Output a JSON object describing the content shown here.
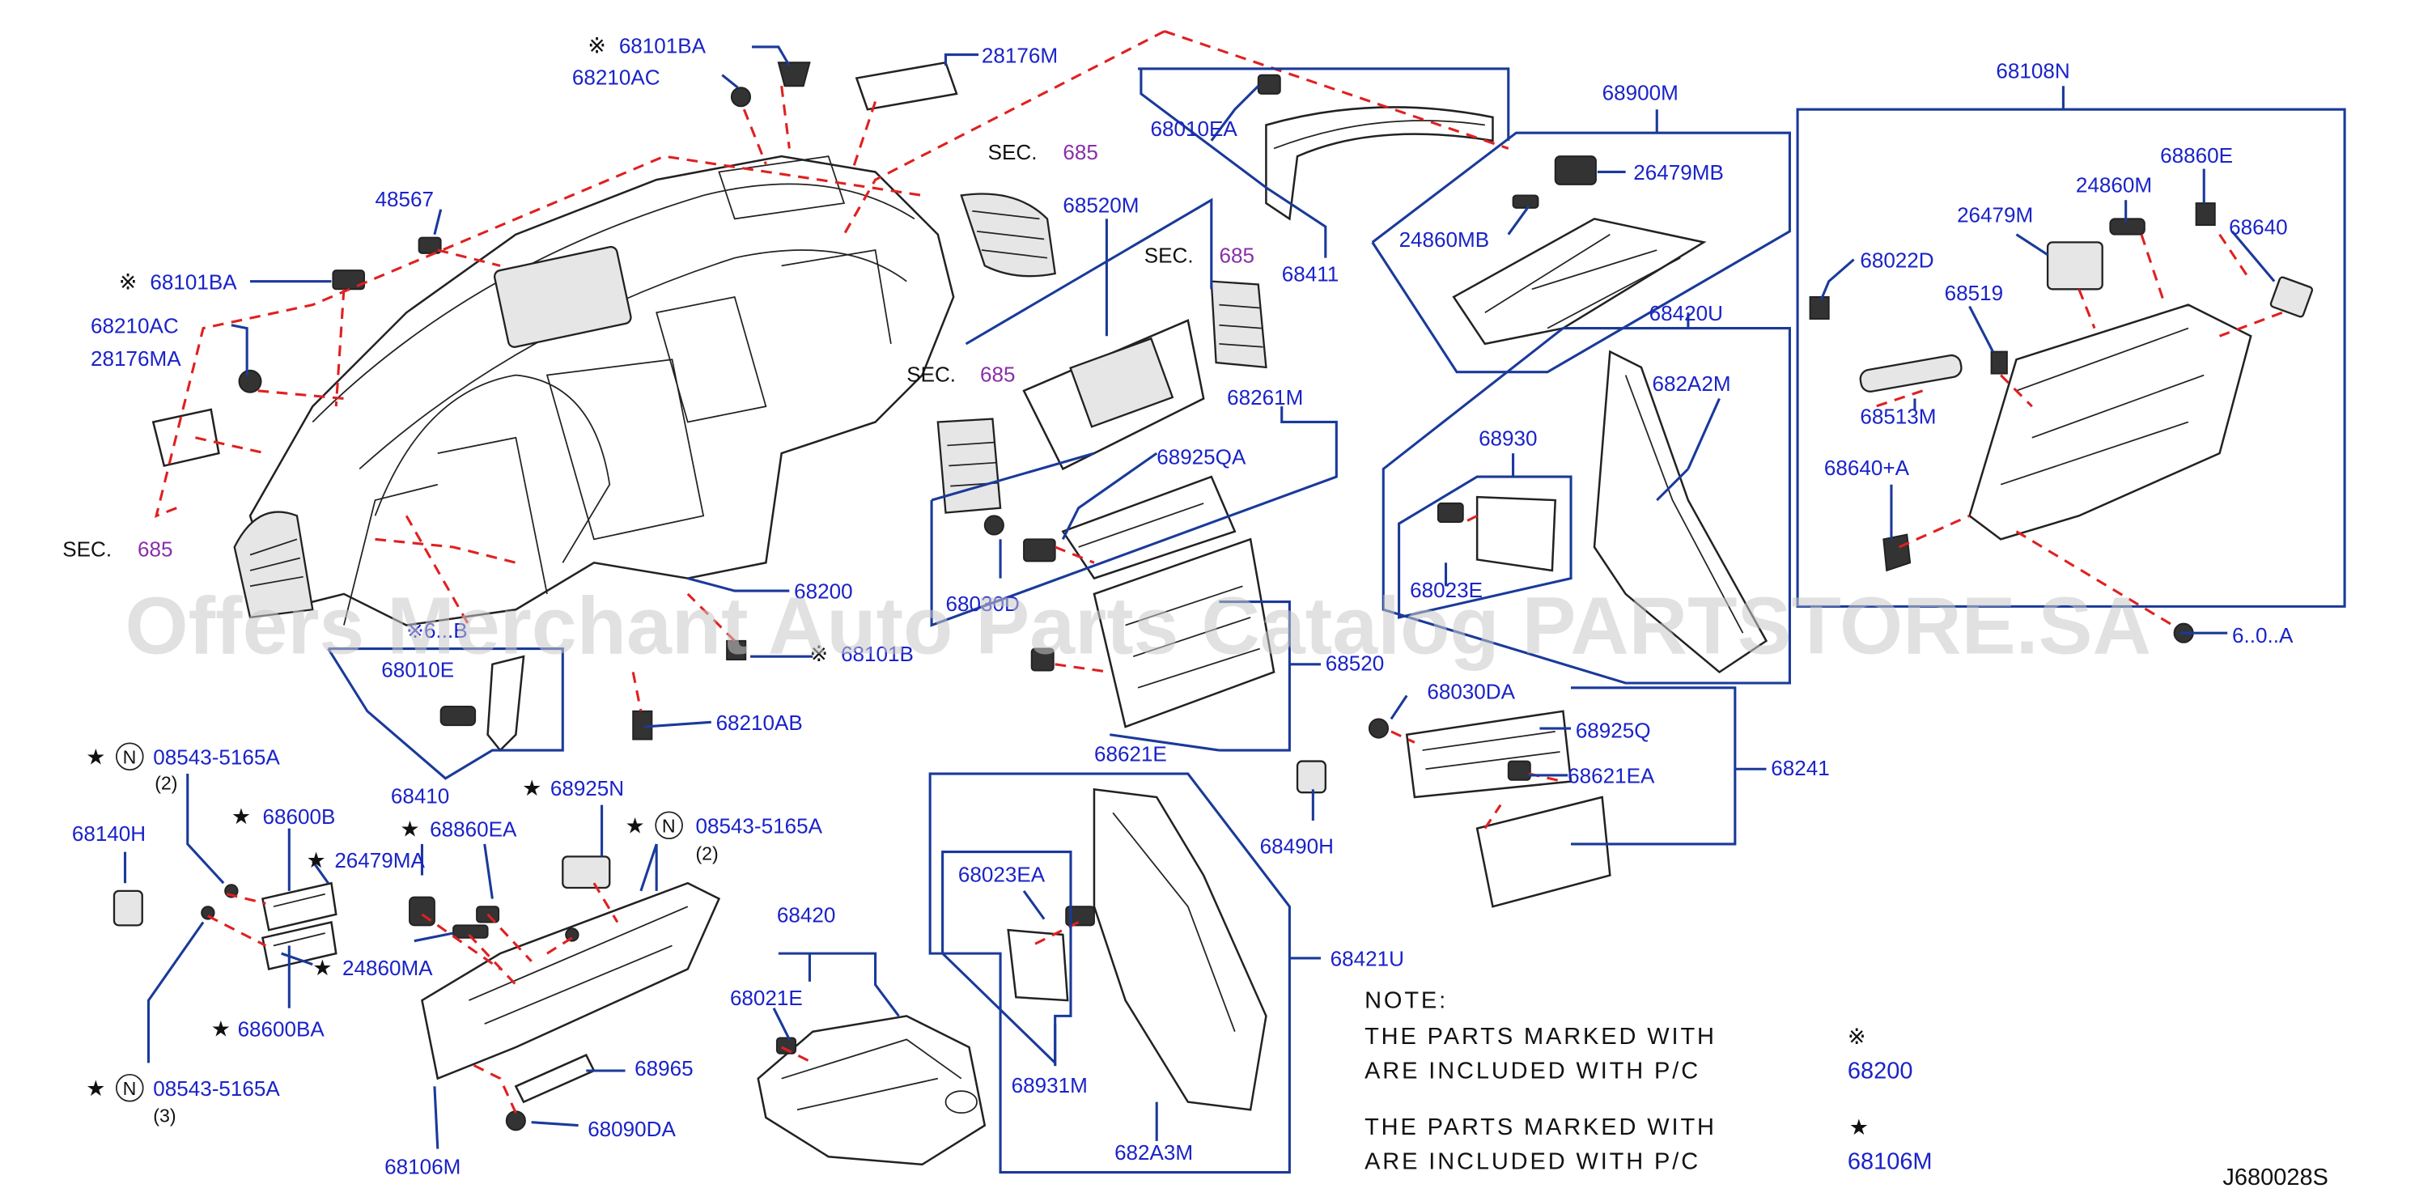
{
  "labels": {
    "l01_mark": "※",
    "l01": "68101BA",
    "l02": "68210AC",
    "l03": "28176M",
    "sec_text": "SEC.",
    "sec_num": "685",
    "l04": "68520M",
    "l05": "48567",
    "l06_mark": "※",
    "l06": "68101BA",
    "l07": "68210AC",
    "l08": "28176MA",
    "l09": "68010EA",
    "l10": "68411",
    "l11": "68900M",
    "l12": "26479MB",
    "l13": "24860MB",
    "l14": "68108N",
    "l15": "68860E",
    "l16": "24860M",
    "l17": "26479M",
    "l18": "68640",
    "l19": "68022D",
    "l20": "68519",
    "l21": "68513M",
    "l22": "68640+A",
    "l23": "68420U",
    "l24": "682A2M",
    "l25": "68930",
    "l26": "68023E",
    "l27": "68261M",
    "l28": "68925QA",
    "l29": "68030D",
    "l30": "68200",
    "l31": "68520",
    "l32": "68010E",
    "l33": "※6...B",
    "l34_mark": "※",
    "l34": "68101B",
    "l35": "68210AB",
    "l36": "68410",
    "l37": "68621E",
    "l38": "68030DA",
    "l39": "68925Q",
    "l40": "68621EA",
    "l41": "68241",
    "l42": "68490H",
    "l43": "68023EA",
    "l44": "68421U",
    "l45": "68931M",
    "l46": "682A3M",
    "l47": "68420",
    "l48": "68021E",
    "l49": "68140H",
    "star": "★",
    "n": "N",
    "l50": "08543-5165A",
    "q2": "(2)",
    "q3": "(3)",
    "l51": "68600B",
    "l52": "26479MA",
    "l53": "68860EA",
    "l54": "68925N",
    "l55": "08543-5165A",
    "l56": "24860MA",
    "l57": "68600BA",
    "l58": "08543-5165A",
    "l59": "68106M",
    "l60": "68965",
    "l61": "68090DA",
    "l62": "6..0..A"
  },
  "note": {
    "title": "NOTE:",
    "line1": "THE  PARTS  MARKED  WITH",
    "mark1": "※",
    "line2": "ARE  INCLUDED  WITH  P/C",
    "ref1": "68200",
    "line3": "THE  PARTS  MARKED  WITH",
    "mark2": "★",
    "line4": "ARE  INCLUDED  WITH  P/C",
    "ref2": "68106M"
  },
  "diagram_code": "J680028S",
  "watermark": "Offers Merchant Auto Parts Catalog PARTSTORE.SA",
  "colors": {
    "part_number": "#1a23c8",
    "section_number": "#8a2fa8",
    "leader_line": "#1a3a9a",
    "assembly_dash": "#e02020",
    "watermark": "#c8c8c8"
  }
}
